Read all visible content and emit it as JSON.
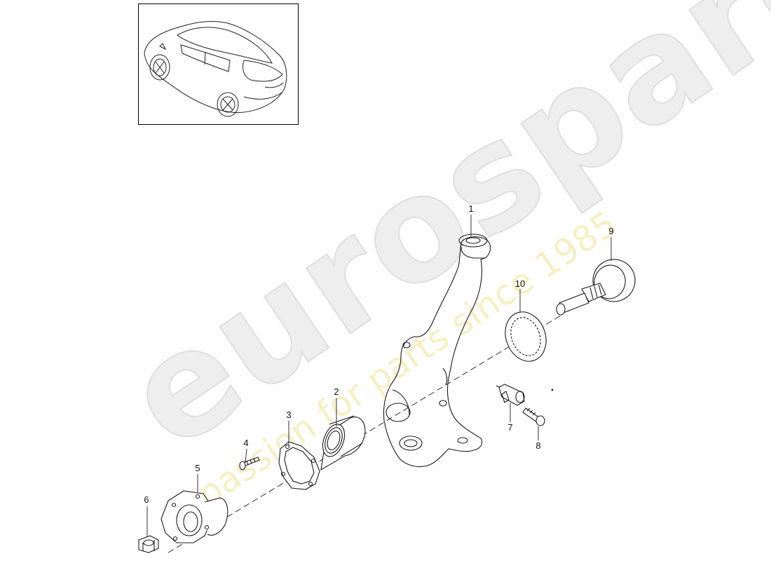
{
  "watermark": {
    "brand": "eurospares",
    "tagline": "a passion for parts since 1985"
  },
  "thumbnail": {
    "icon": "car-thumbnail-icon"
  },
  "callouts": [
    {
      "id": "1",
      "label": "1"
    },
    {
      "id": "2",
      "label": "2"
    },
    {
      "id": "3",
      "label": "3"
    },
    {
      "id": "4",
      "label": "4"
    },
    {
      "id": "5",
      "label": "5"
    },
    {
      "id": "6",
      "label": "6"
    },
    {
      "id": "7",
      "label": "7"
    },
    {
      "id": "8",
      "label": "8"
    },
    {
      "id": "9",
      "label": "9"
    },
    {
      "id": "10",
      "label": "10"
    }
  ],
  "parts": [
    {
      "callout": "1",
      "icon": "steering-knuckle-icon"
    },
    {
      "callout": "2",
      "icon": "wheel-bearing-icon"
    },
    {
      "callout": "3",
      "icon": "gasket-plate-icon"
    },
    {
      "callout": "4",
      "icon": "bolt-icon"
    },
    {
      "callout": "5",
      "icon": "wheel-hub-flange-icon"
    },
    {
      "callout": "6",
      "icon": "nut-icon"
    },
    {
      "callout": "7",
      "icon": "speed-sensor-icon"
    },
    {
      "callout": "8",
      "icon": "screw-icon"
    },
    {
      "callout": "9",
      "icon": "drive-shaft-icon"
    },
    {
      "callout": "10",
      "icon": "sensor-ring-icon"
    }
  ]
}
